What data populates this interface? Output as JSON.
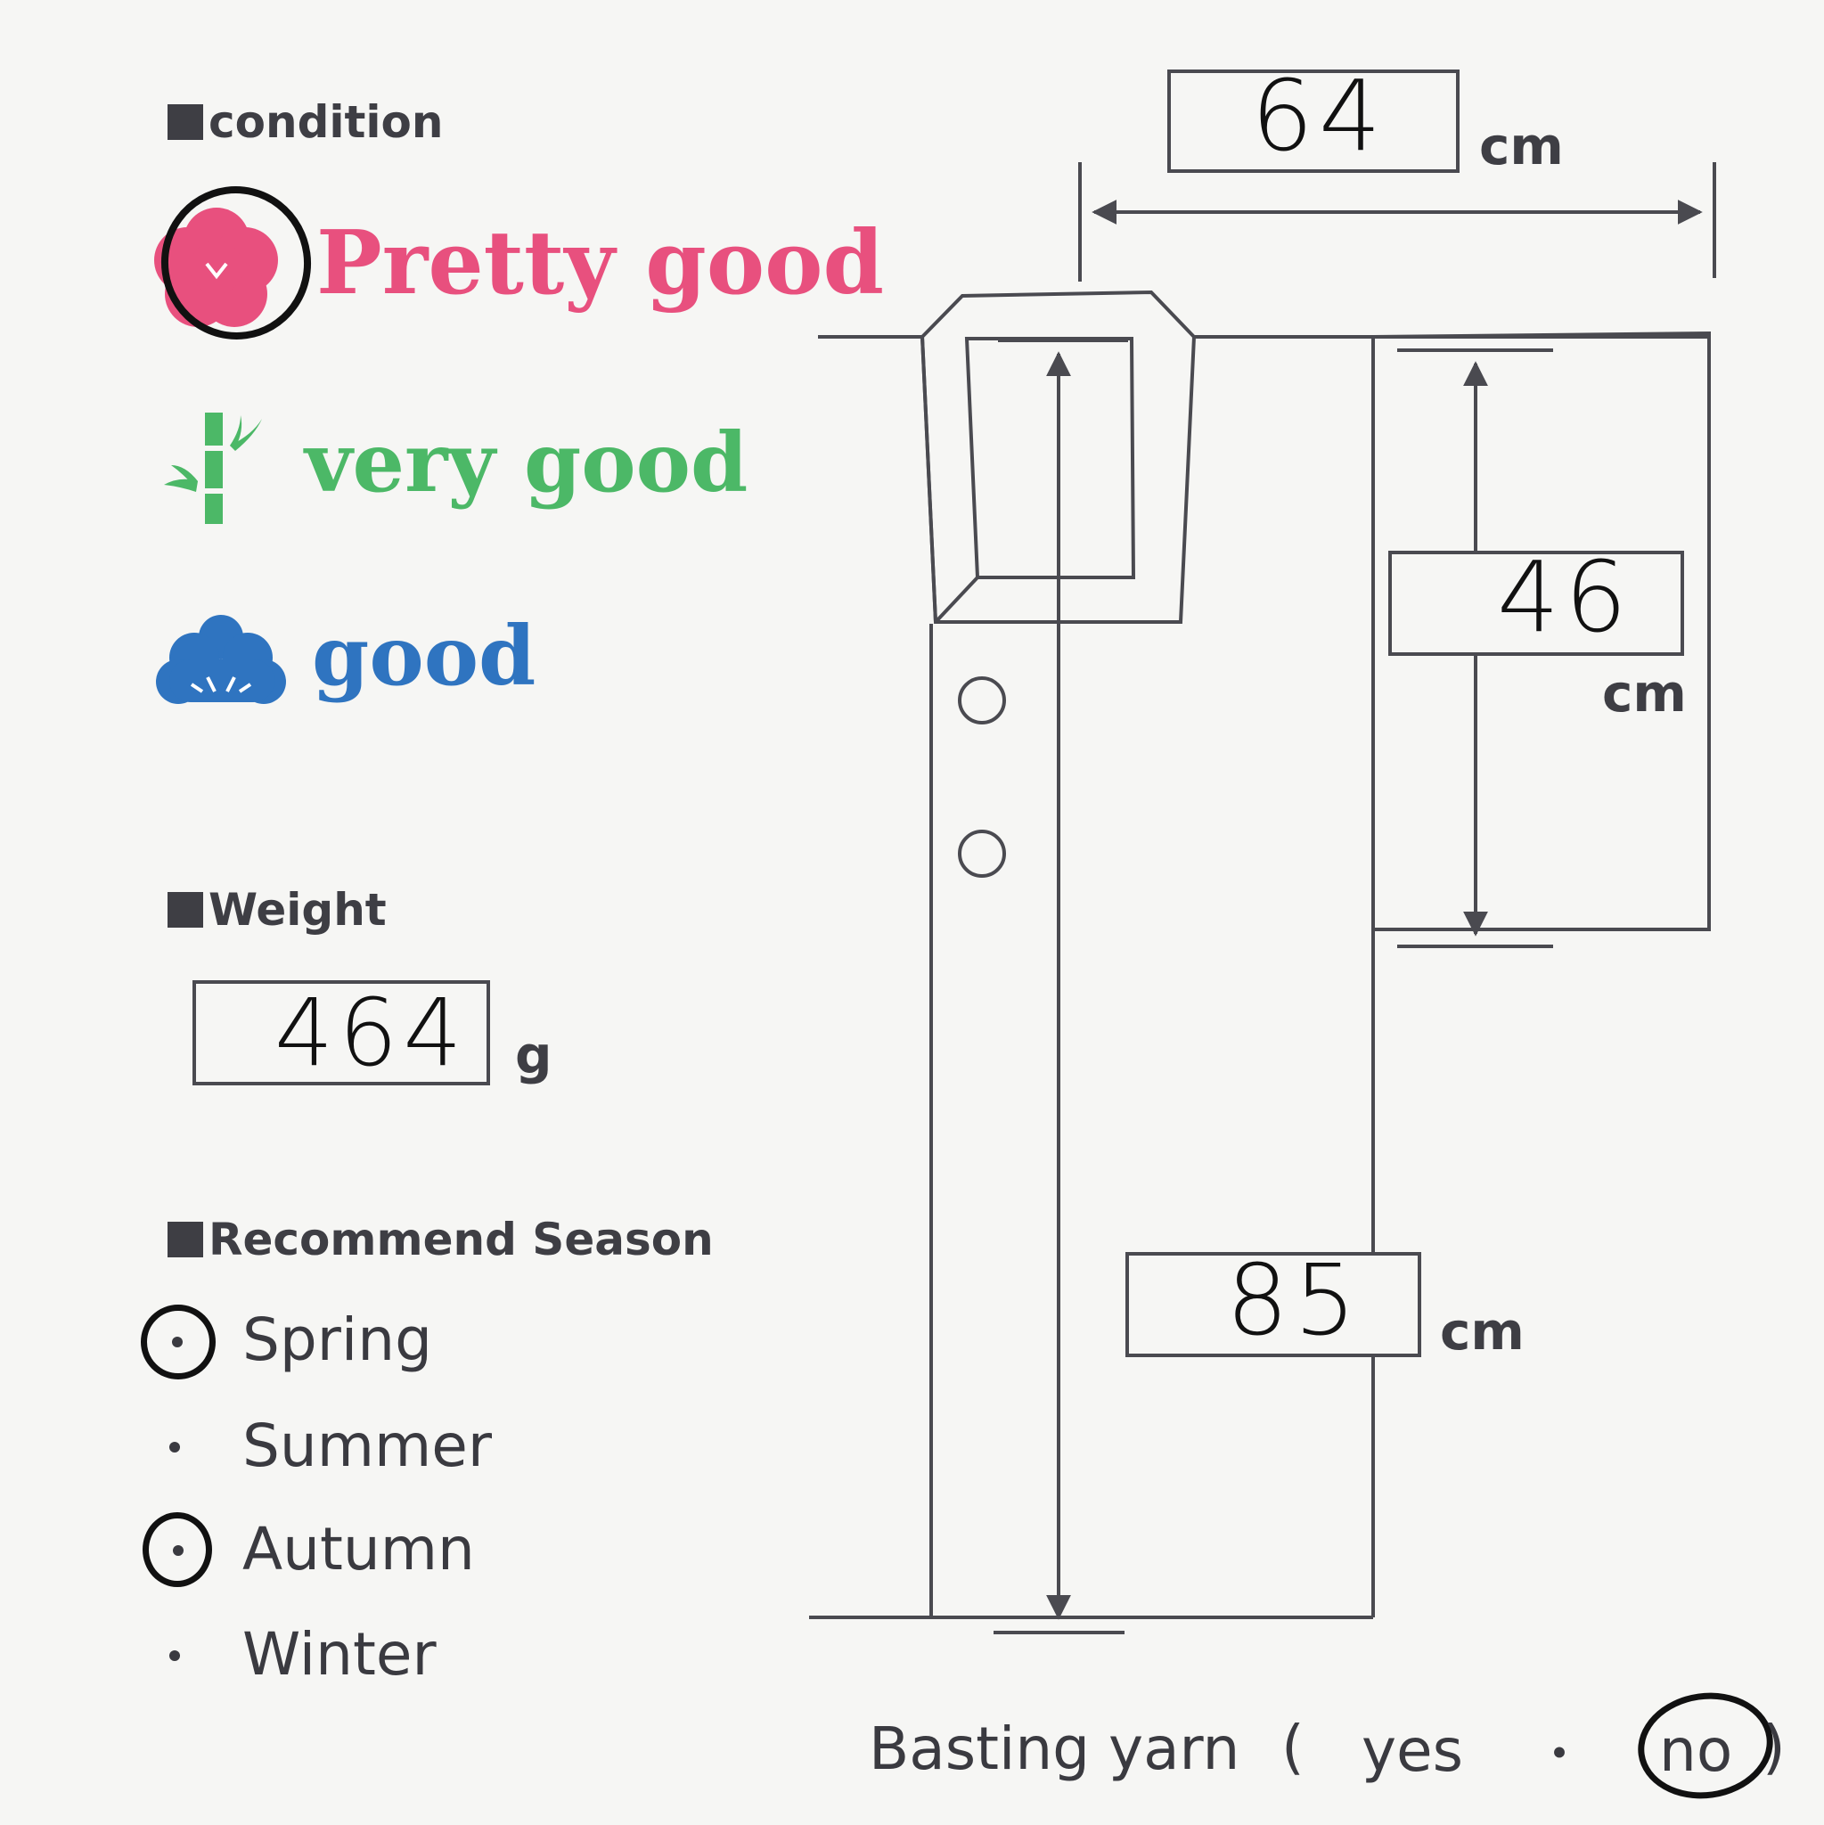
{
  "condition": {
    "heading": "condition",
    "levels": [
      {
        "label": "Pretty good",
        "icon": "plum-blossom-icon",
        "color": "#e8507e",
        "selected": true
      },
      {
        "label": "very good",
        "icon": "bamboo-icon",
        "color": "#4cb867",
        "selected": false
      },
      {
        "label": "good",
        "icon": "pine-icon",
        "color": "#2f74c0",
        "selected": false
      }
    ]
  },
  "weight": {
    "heading": "Weight",
    "value": "464",
    "unit": "g"
  },
  "season": {
    "heading": "Recommend Season",
    "items": [
      {
        "label": "Spring",
        "selected": true
      },
      {
        "label": "Summer",
        "selected": false
      },
      {
        "label": "Autumn",
        "selected": true
      },
      {
        "label": "Winter",
        "selected": false
      }
    ]
  },
  "measurements": {
    "sleeve_width": {
      "value": "64",
      "unit": "cm"
    },
    "sleeve_length": {
      "value": "46",
      "unit": "cm"
    },
    "length": {
      "value": "85",
      "unit": "cm"
    }
  },
  "basting_yarn": {
    "label": "Basting yarn",
    "open_paren": "(",
    "yes": "yes",
    "separator": "・",
    "no": "no",
    "close_paren": ")",
    "selected": "no"
  }
}
